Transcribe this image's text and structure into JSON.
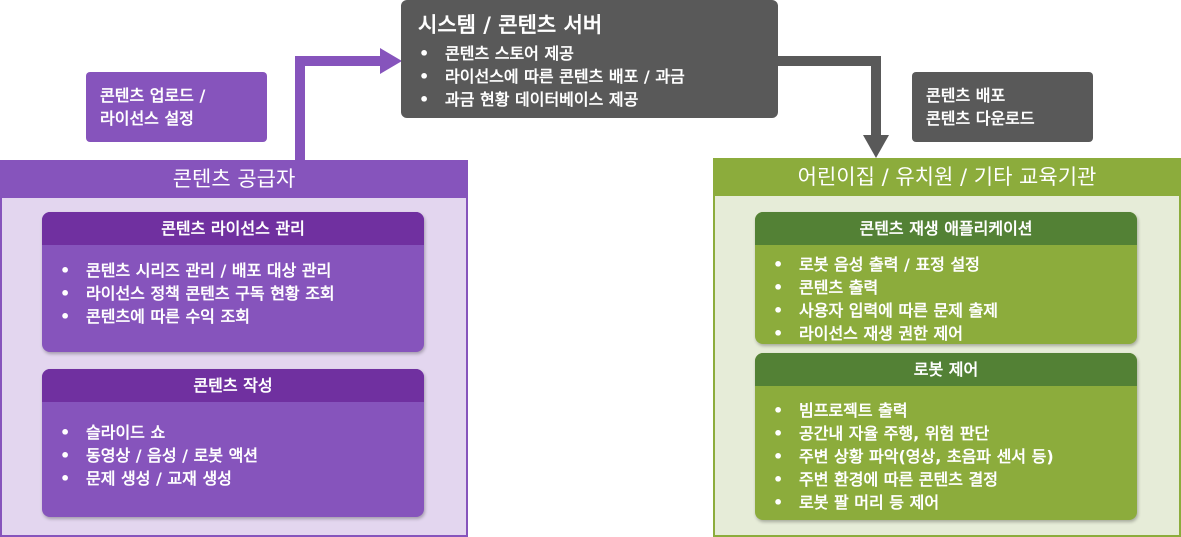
{
  "colors": {
    "server": "#595959",
    "provider_dark": "#7030a0",
    "provider_mid": "#8654bc",
    "provider_light": "#e3d6ef",
    "institution_dark": "#538135",
    "institution_mid": "#8cac3c",
    "institution_light": "#e6ecd8",
    "arrow": "#595959"
  },
  "server": {
    "title": "시스템 / 콘텐츠 서버",
    "items": [
      "콘텐츠 스토어 제공",
      "라이선스에 따른 콘텐츠 배포 / 과금",
      "과금 현황 데이터베이스 제공"
    ]
  },
  "upload_label": {
    "line1": "콘텐츠 업로드 /",
    "line2": "라이선스 설정"
  },
  "distribution_label": {
    "line1": "콘텐츠 배포",
    "line2": "콘텐츠 다운로드"
  },
  "provider": {
    "title": "콘텐츠 공급자",
    "license_card": {
      "title": "콘텐츠 라이선스 관리",
      "items": [
        "콘텐츠 시리즈 관리 / 배포 대상 관리",
        "라이선스 정책 콘텐츠 구독 현황 조회",
        "콘텐츠에 따른 수익 조회"
      ]
    },
    "authoring_card": {
      "title": "콘텐츠 작성",
      "items": [
        "슬라이드 쇼",
        "동영상 / 음성 / 로봇 액션",
        "문제 생성 / 교재 생성"
      ]
    }
  },
  "institution": {
    "title": "어린이집 / 유치원 / 기타 교육기관",
    "playback_card": {
      "title": "콘텐츠 재생 애플리케이션",
      "items": [
        "로봇 음성 출력 / 표정 설정",
        "콘텐츠 출력",
        "사용자 입력에 따른 문제 출제",
        "라이선스 재생 권한 제어"
      ]
    },
    "robot_card": {
      "title": "로봇 제어",
      "items": [
        "빔프로젝트 출력",
        "공간내 자율 주행, 위험 판단",
        "주변 상황 파악(영상, 초음파 센서 등)",
        "주변 환경에 따른 콘텐츠 결정",
        "로봇 팔 머리 등 제어"
      ]
    }
  }
}
